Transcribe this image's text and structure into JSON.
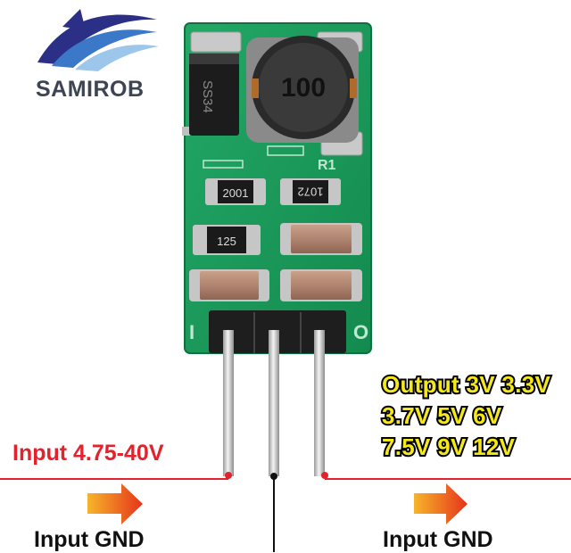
{
  "brand": {
    "name": "SAMIROB",
    "logo_colors": [
      "#2c2f86",
      "#3b78c8",
      "#9cc6ea"
    ]
  },
  "board": {
    "inductor_marking": "100",
    "diode_marking": "SS34",
    "resistor_markings": [
      "2001",
      "1072",
      "125"
    ],
    "silkscreen_label": "R1",
    "pin_count": 3,
    "pcb_color": "#1b9e5c"
  },
  "labels": {
    "input_voltage": "Input 4.75-40V",
    "output_line1": "Output 3V 3.3V",
    "output_line2": "3.7V 5V 6V",
    "output_line3": "7.5V 9V 12V",
    "gnd_left": "Input GND",
    "gnd_right": "Input GND"
  },
  "colors": {
    "input_text": "#e3222e",
    "output_text": "#f4e71b",
    "output_outline": "#000000",
    "wire": "#e3222e",
    "arrow": "#e8401c"
  }
}
